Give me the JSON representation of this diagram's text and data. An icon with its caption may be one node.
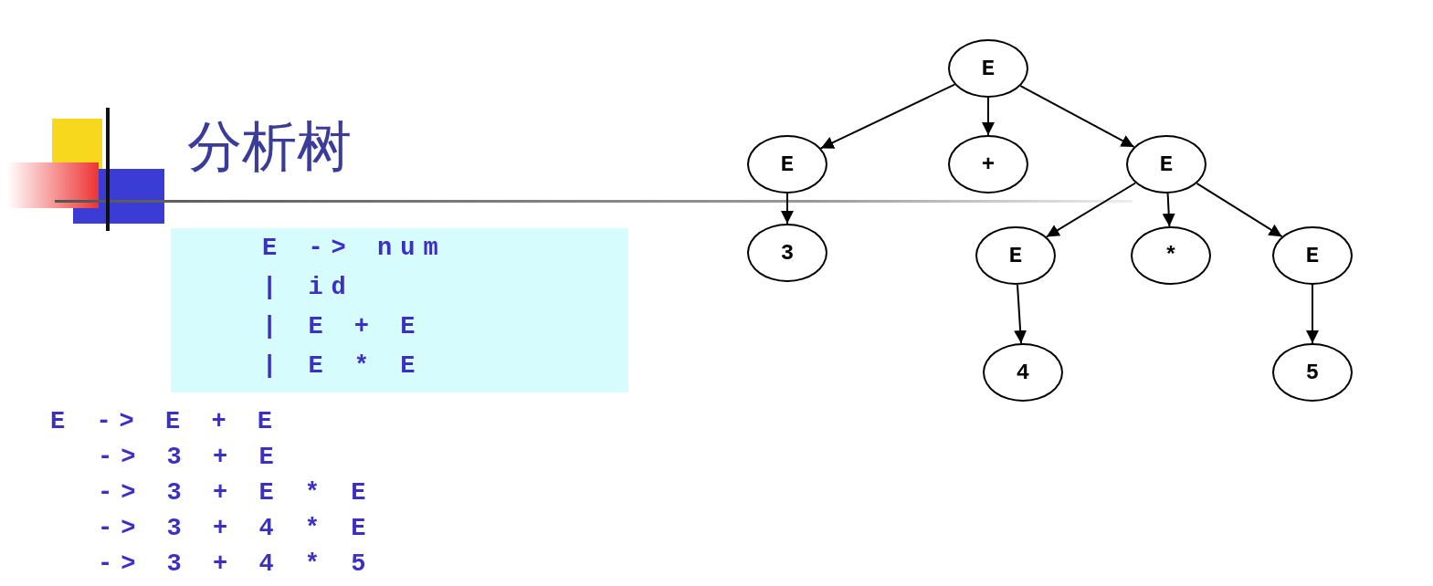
{
  "diagram": {
    "title": "分析树",
    "nodes": [
      {
        "text": [
          "E -> num",
          "| id",
          "| E + E",
          "| E * E"
        ]
      },
      {
        "text": [
          "E"
        ]
      },
      {
        "text": [
          "E"
        ]
      },
      {
        "text": [
          "+"
        ]
      },
      {
        "text": [
          "E"
        ]
      },
      {
        "text": [
          "3"
        ]
      },
      {
        "text": [
          "E"
        ]
      },
      {
        "text": [
          "*"
        ]
      },
      {
        "text": [
          "E"
        ]
      },
      {
        "text": [
          "4"
        ]
      },
      {
        "text": [
          "5"
        ]
      }
    ],
    "edges": [
      {
        "from": 1,
        "to": 2,
        "arrow": "to"
      },
      {
        "from": 1,
        "to": 3,
        "arrow": "to"
      },
      {
        "from": 1,
        "to": 4,
        "arrow": "to"
      },
      {
        "from": 2,
        "to": 5,
        "arrow": "to"
      },
      {
        "from": 4,
        "to": 6,
        "arrow": "to"
      },
      {
        "from": 4,
        "to": 7,
        "arrow": "to"
      },
      {
        "from": 4,
        "to": 8,
        "arrow": "to"
      },
      {
        "from": 6,
        "to": 9,
        "arrow": "to"
      },
      {
        "from": 8,
        "to": 10,
        "arrow": "to"
      }
    ],
    "labels": [
      "E -> E + E",
      "-> 3 + E",
      "-> 3 + E * E",
      "-> 3 + 4 * E",
      "-> 3 + 4 * 5"
    ]
  }
}
